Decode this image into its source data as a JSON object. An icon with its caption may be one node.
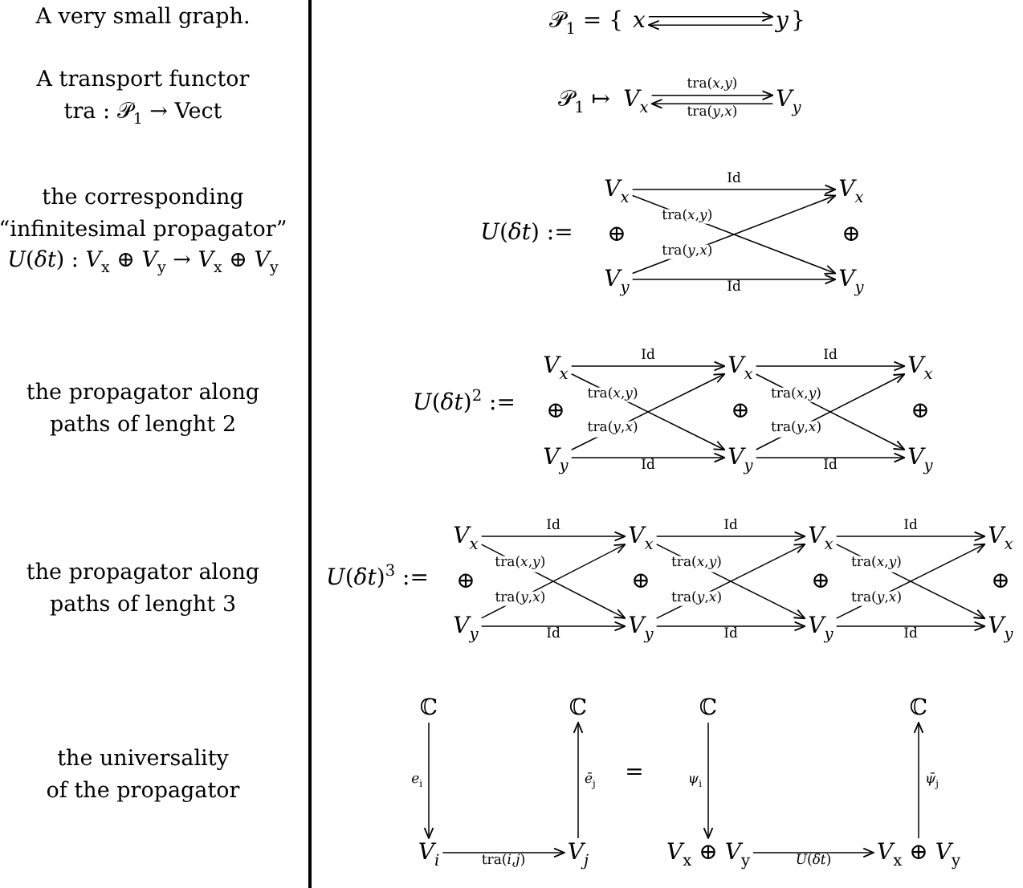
{
  "diagram": {
    "nodes": [
      {
        "text": [
          "x"
        ]
      },
      {
        "text": [
          "y"
        ]
      },
      {
        "text": [
          "V$_{x}$"
        ]
      },
      {
        "text": [
          "V$_{y}$"
        ]
      },
      {
        "text": [
          "V$_{x}$"
        ]
      },
      {
        "text": [
          "V$_{x}$"
        ]
      },
      {
        "text": [
          "V$_{y}$"
        ]
      },
      {
        "text": [
          "V$_{y}$"
        ]
      },
      {
        "text": [
          "V$_{x}$"
        ]
      },
      {
        "text": [
          "V$_{x}$"
        ]
      },
      {
        "text": [
          "V$_{x}$"
        ]
      },
      {
        "text": [
          "V$_{y}$"
        ]
      },
      {
        "text": [
          "V$_{y}$"
        ]
      },
      {
        "text": [
          "V$_{y}$"
        ]
      },
      {
        "text": [
          "V$_{x}$"
        ]
      },
      {
        "text": [
          "V$_{x}$"
        ]
      },
      {
        "text": [
          "V$_{x}$"
        ]
      },
      {
        "text": [
          "V$_{x}$"
        ]
      },
      {
        "text": [
          "V$_{y}$"
        ]
      },
      {
        "text": [
          "V$_{y}$"
        ]
      },
      {
        "text": [
          "V$_{y}$"
        ]
      },
      {
        "text": [
          "V$_{y}$"
        ]
      },
      {
        "text": [
          "ℂ"
        ]
      },
      {
        "text": [
          "ℂ"
        ]
      },
      {
        "text": [
          "ℂ"
        ]
      },
      {
        "text": [
          "ℂ"
        ]
      },
      {
        "text": [
          "V$_{i}$"
        ]
      },
      {
        "text": [
          "V$_{j}$"
        ]
      },
      {
        "text": [
          "*V*$_{x}$ ⊕ *V*$_{y}$"
        ]
      },
      {
        "text": [
          "*V*$_{x}$ ⊕ *V*$_{y}$"
        ]
      }
    ],
    "edges": [
      {
        "from": 0,
        "to": 1,
        "arrow": "to"
      },
      {
        "from": 1,
        "to": 0,
        "arrow": "to"
      },
      {
        "from": 2,
        "to": 3,
        "arrow": "to",
        "label": "tra(*x*,*y*)"
      },
      {
        "from": 3,
        "to": 2,
        "arrow": "to",
        "label": "tra(*y*,*x*)"
      },
      {
        "from": 4,
        "to": 5,
        "arrow": "to",
        "label": "Id"
      },
      {
        "from": 4,
        "to": 7,
        "arrow": "to",
        "label": "tra(*x*,*y*)"
      },
      {
        "from": 6,
        "to": 5,
        "arrow": "to",
        "label": "tra(*y*,*x*)"
      },
      {
        "from": 6,
        "to": 7,
        "arrow": "to",
        "label": "Id"
      },
      {
        "from": 8,
        "to": 9,
        "arrow": "to",
        "label": "Id"
      },
      {
        "from": 8,
        "to": 12,
        "arrow": "to",
        "label": "tra(*x*,*y*)"
      },
      {
        "from": 11,
        "to": 9,
        "arrow": "to",
        "label": "tra(*y*,*x*)"
      },
      {
        "from": 11,
        "to": 12,
        "arrow": "to",
        "label": "Id"
      },
      {
        "from": 9,
        "to": 10,
        "arrow": "to",
        "label": "Id"
      },
      {
        "from": 9,
        "to": 13,
        "arrow": "to",
        "label": "tra(*x*,*y*)"
      },
      {
        "from": 12,
        "to": 10,
        "arrow": "to",
        "label": "tra(*y*,*x*)"
      },
      {
        "from": 12,
        "to": 13,
        "arrow": "to",
        "label": "Id"
      },
      {
        "from": 14,
        "to": 15,
        "arrow": "to",
        "label": "Id"
      },
      {
        "from": 14,
        "to": 19,
        "arrow": "to",
        "label": "tra(*x*,*y*)"
      },
      {
        "from": 18,
        "to": 15,
        "arrow": "to",
        "label": "tra(*y*,*x*)"
      },
      {
        "from": 18,
        "to": 19,
        "arrow": "to",
        "label": "Id"
      },
      {
        "from": 15,
        "to": 16,
        "arrow": "to",
        "label": "Id"
      },
      {
        "from": 15,
        "to": 20,
        "arrow": "to",
        "label": "tra(*x*,*y*)"
      },
      {
        "from": 19,
        "to": 16,
        "arrow": "to",
        "label": "tra(*y*,*x*)"
      },
      {
        "from": 19,
        "to": 20,
        "arrow": "to",
        "label": "Id"
      },
      {
        "from": 16,
        "to": 17,
        "arrow": "to",
        "label": "Id"
      },
      {
        "from": 16,
        "to": 21,
        "arrow": "to",
        "label": "tra(*x*,*y*)"
      },
      {
        "from": 20,
        "to": 17,
        "arrow": "to",
        "label": "tra(*y*,*x*)"
      },
      {
        "from": 20,
        "to": 21,
        "arrow": "to",
        "label": "Id"
      },
      {
        "from": 22,
        "to": 26,
        "arrow": "to",
        "label": "*e*$_{i}$"
      },
      {
        "from": 26,
        "to": 27,
        "arrow": "to",
        "label": "tra(*i*,*j*)"
      },
      {
        "from": 27,
        "to": 23,
        "arrow": "to",
        "label": "*ē*$_{j}$"
      },
      {
        "from": 24,
        "to": 28,
        "arrow": "to",
        "label": "*ψ*$_{i}$"
      },
      {
        "from": 28,
        "to": 29,
        "arrow": "to",
        "label": "*U*(*δt*)"
      },
      {
        "from": 29,
        "to": 25,
        "arrow": "to",
        "label": "*ψ̄*$_{j}$"
      }
    ],
    "labels": [
      "A very small graph.",
      "𝒫$_{1}$ = {",
      "}",
      "A transport functor tra : 𝒫$_{1}$ → Vect",
      "𝒫$_{1}$ ↦",
      "the corresponding “infinitesimal propagator” *U*(*δt*) : *V*$_{x}$ ⊕ *V*$_{y}$ → *V*$_{x}$ ⊕ *V*$_{y}$",
      "*U*(*δt*) :=",
      "⊕",
      "⊕",
      "the propagator along paths of lenght 2",
      "*U*(*δt*)$^{2}$ :=",
      "⊕",
      "⊕",
      "⊕",
      "the propagator along paths of lenght 3",
      "*U*(*δt*)$^{3}$ :=",
      "⊕",
      "⊕",
      "⊕",
      "⊕",
      "the universality of the propagator",
      "="
    ]
  }
}
